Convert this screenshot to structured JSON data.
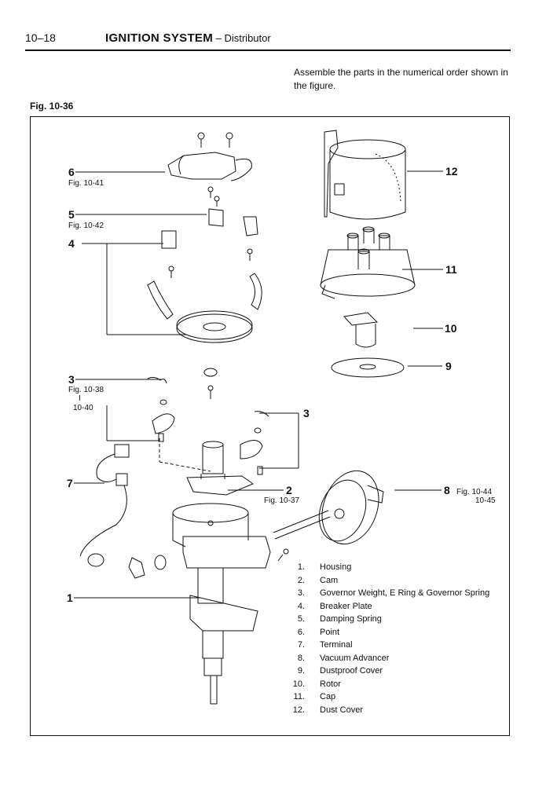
{
  "header": {
    "page_number": "10–18",
    "title": "IGNITION SYSTEM",
    "subtitle": " – Distributor"
  },
  "instruction": "Assemble the parts in the numerical order shown in the figure.",
  "figure": {
    "label": "Fig. 10-36",
    "callouts": {
      "c1": "1",
      "c2": "2",
      "c2_ref": "Fig. 10-37",
      "c3": "3",
      "c3_ref": "Fig. 10-38",
      "c3_ref_sep": "I",
      "c3_ref2": "10-40",
      "c3b": "3",
      "c4": "4",
      "c5": "5",
      "c5_ref": "Fig. 10-42",
      "c6": "6",
      "c6_ref": "Fig. 10-41",
      "c7": "7",
      "c8": "8",
      "c8_ref": "Fig. 10-44",
      "c8_ref2": "10-45",
      "c9": "9",
      "c10": "10",
      "c11": "11",
      "c12": "12"
    }
  },
  "legend": [
    {
      "num": "1.",
      "name": "Housing"
    },
    {
      "num": "2.",
      "name": "Cam"
    },
    {
      "num": "3.",
      "name": "Governor Weight, E Ring & Governor Spring"
    },
    {
      "num": "4.",
      "name": "Breaker Plate"
    },
    {
      "num": "5.",
      "name": "Damping Spring"
    },
    {
      "num": "6.",
      "name": "Point"
    },
    {
      "num": "7.",
      "name": "Terminal"
    },
    {
      "num": "8.",
      "name": "Vacuum Advancer"
    },
    {
      "num": "9.",
      "name": "Dustproof Cover"
    },
    {
      "num": "10.",
      "name": "Rotor"
    },
    {
      "num": "11.",
      "name": "Cap"
    },
    {
      "num": "12.",
      "name": "Dust Cover"
    }
  ]
}
